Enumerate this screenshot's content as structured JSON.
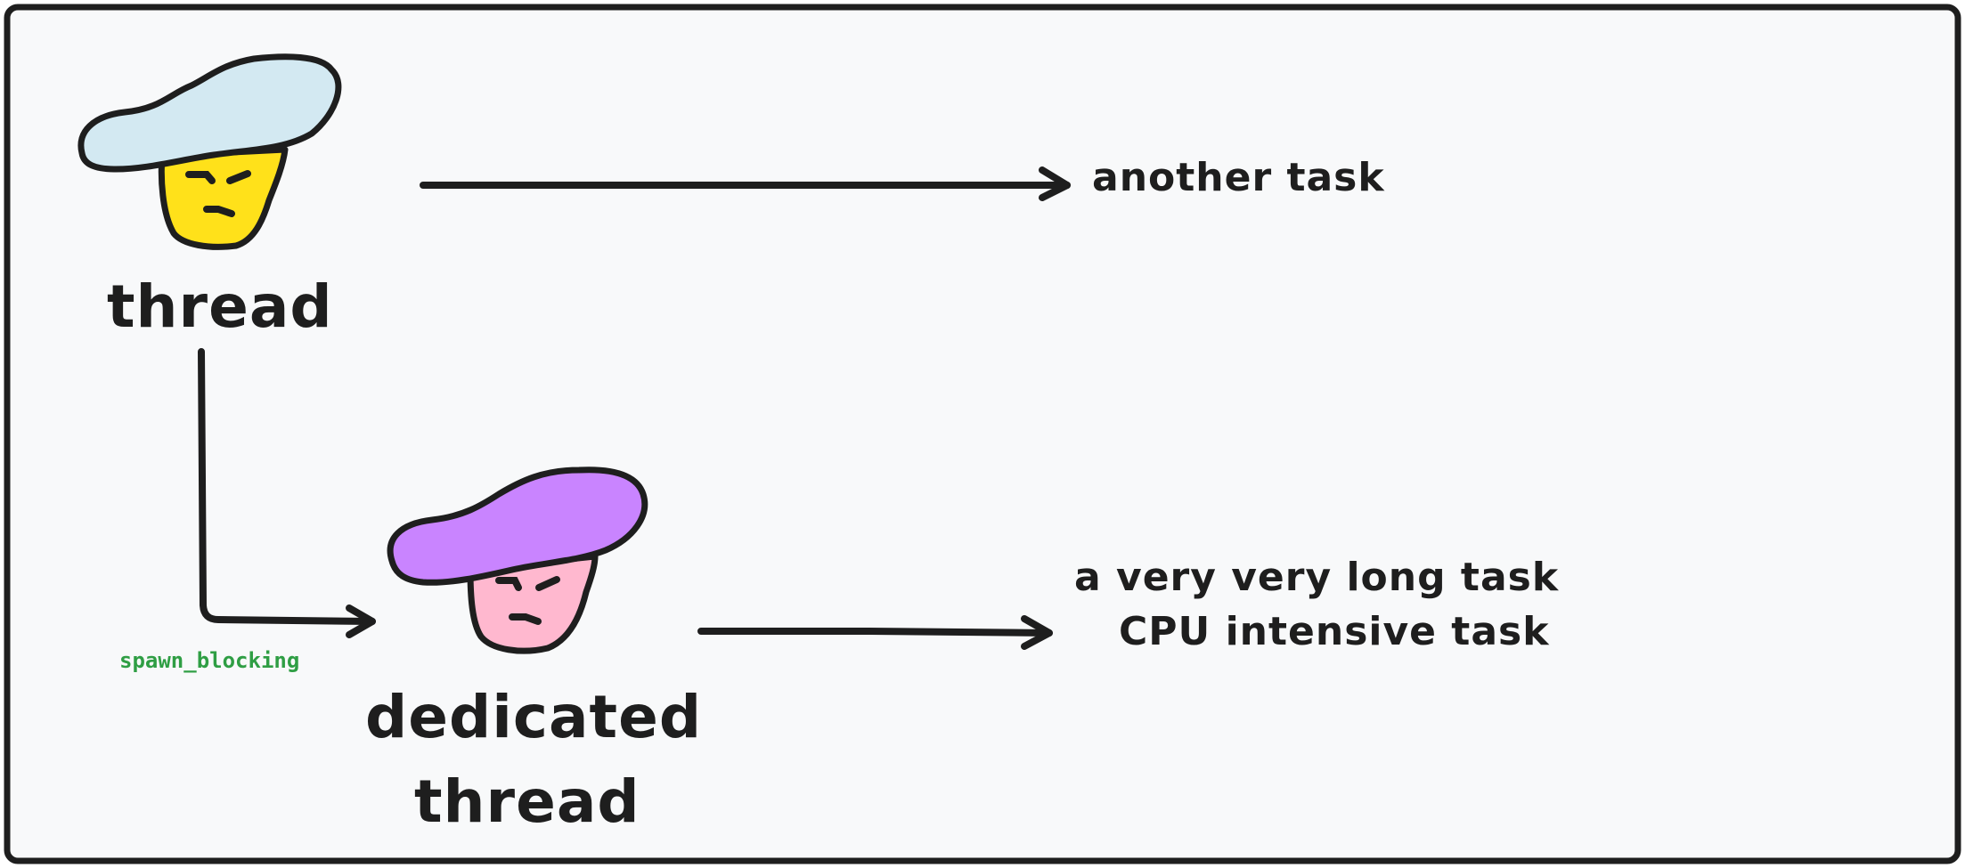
{
  "diagram": {
    "nodes": {
      "thread": {
        "label": "thread"
      },
      "dedicated": {
        "line1": "dedicated",
        "line2": "thread"
      }
    },
    "tasks": {
      "another": {
        "label": "another task"
      },
      "long": {
        "line1": "a very very long task",
        "line2": "CPU intensive task"
      }
    },
    "edges": {
      "spawn": {
        "label": "spawn_blocking"
      }
    },
    "icons": [
      "thread-character-icon",
      "dedicated-thread-character-icon",
      "right-arrow-icon"
    ],
    "colors": {
      "stroke": "#1e1e1e",
      "background": "#f8f9fa",
      "thread_hat": "#d3e9f2",
      "thread_face": "#ffe11a",
      "dedicated_hat": "#c984ff",
      "dedicated_face": "#ffb8cf",
      "spawn_label": "#2f9e44"
    }
  }
}
